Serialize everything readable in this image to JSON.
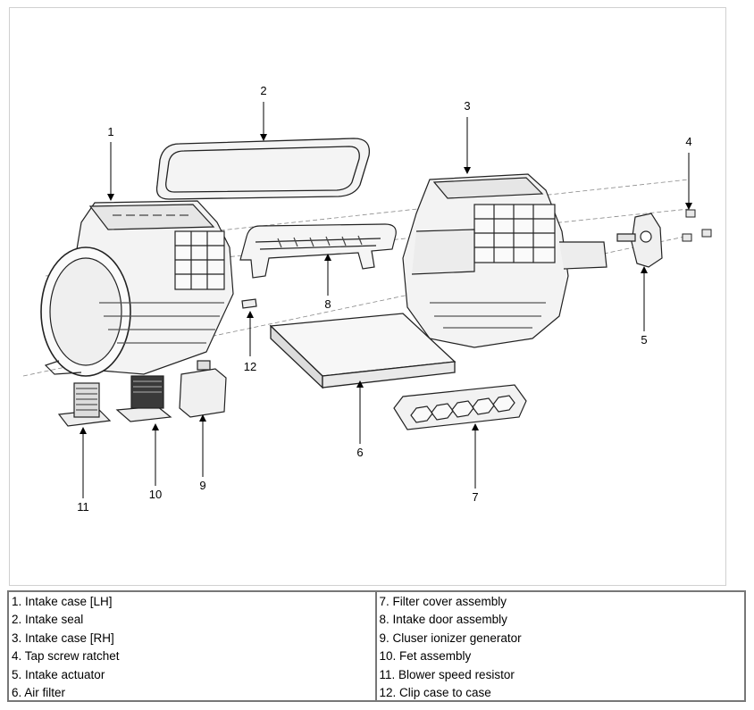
{
  "callouts": {
    "c1": "1",
    "c2": "2",
    "c3": "3",
    "c4": "4",
    "c5": "5",
    "c6": "6",
    "c7": "7",
    "c8": "8",
    "c9": "9",
    "c10": "10",
    "c11": "11",
    "c12": "12"
  },
  "legend": {
    "left": [
      "1. Intake case [LH]",
      "2. Intake seal",
      "3. Intake case [RH]",
      "4. Tap screw ratchet",
      "5. Intake actuator",
      "6. Air filter"
    ],
    "right": [
      "7. Filter cover assembly",
      "8. Intake door assembly",
      "9. Cluser ionizer generator",
      "10. Fet assembly",
      "11. Blower speed resistor",
      "12. Clip case to case"
    ]
  }
}
